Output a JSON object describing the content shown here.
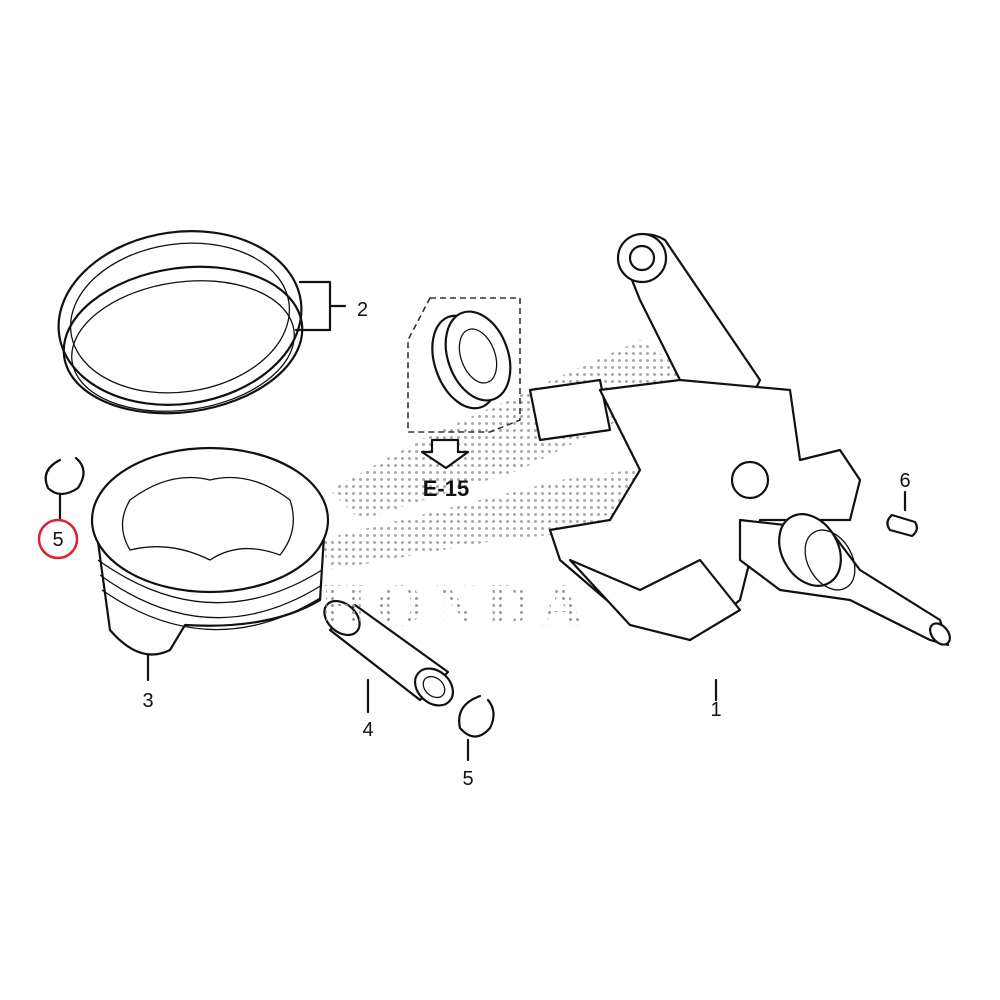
{
  "diagram": {
    "watermark_logo_text": "HONDA",
    "reference": "E-15",
    "callouts": [
      {
        "id": "crankshaft",
        "label": "1"
      },
      {
        "id": "piston-ring-set",
        "label": "2"
      },
      {
        "id": "piston",
        "label": "3"
      },
      {
        "id": "piston-pin",
        "label": "4"
      },
      {
        "id": "piston-pin-clip-left",
        "label": "5",
        "highlighted": true
      },
      {
        "id": "piston-pin-clip-right",
        "label": "5"
      },
      {
        "id": "woodruff-key",
        "label": "6"
      }
    ],
    "highlight_color": "#e0202a"
  }
}
